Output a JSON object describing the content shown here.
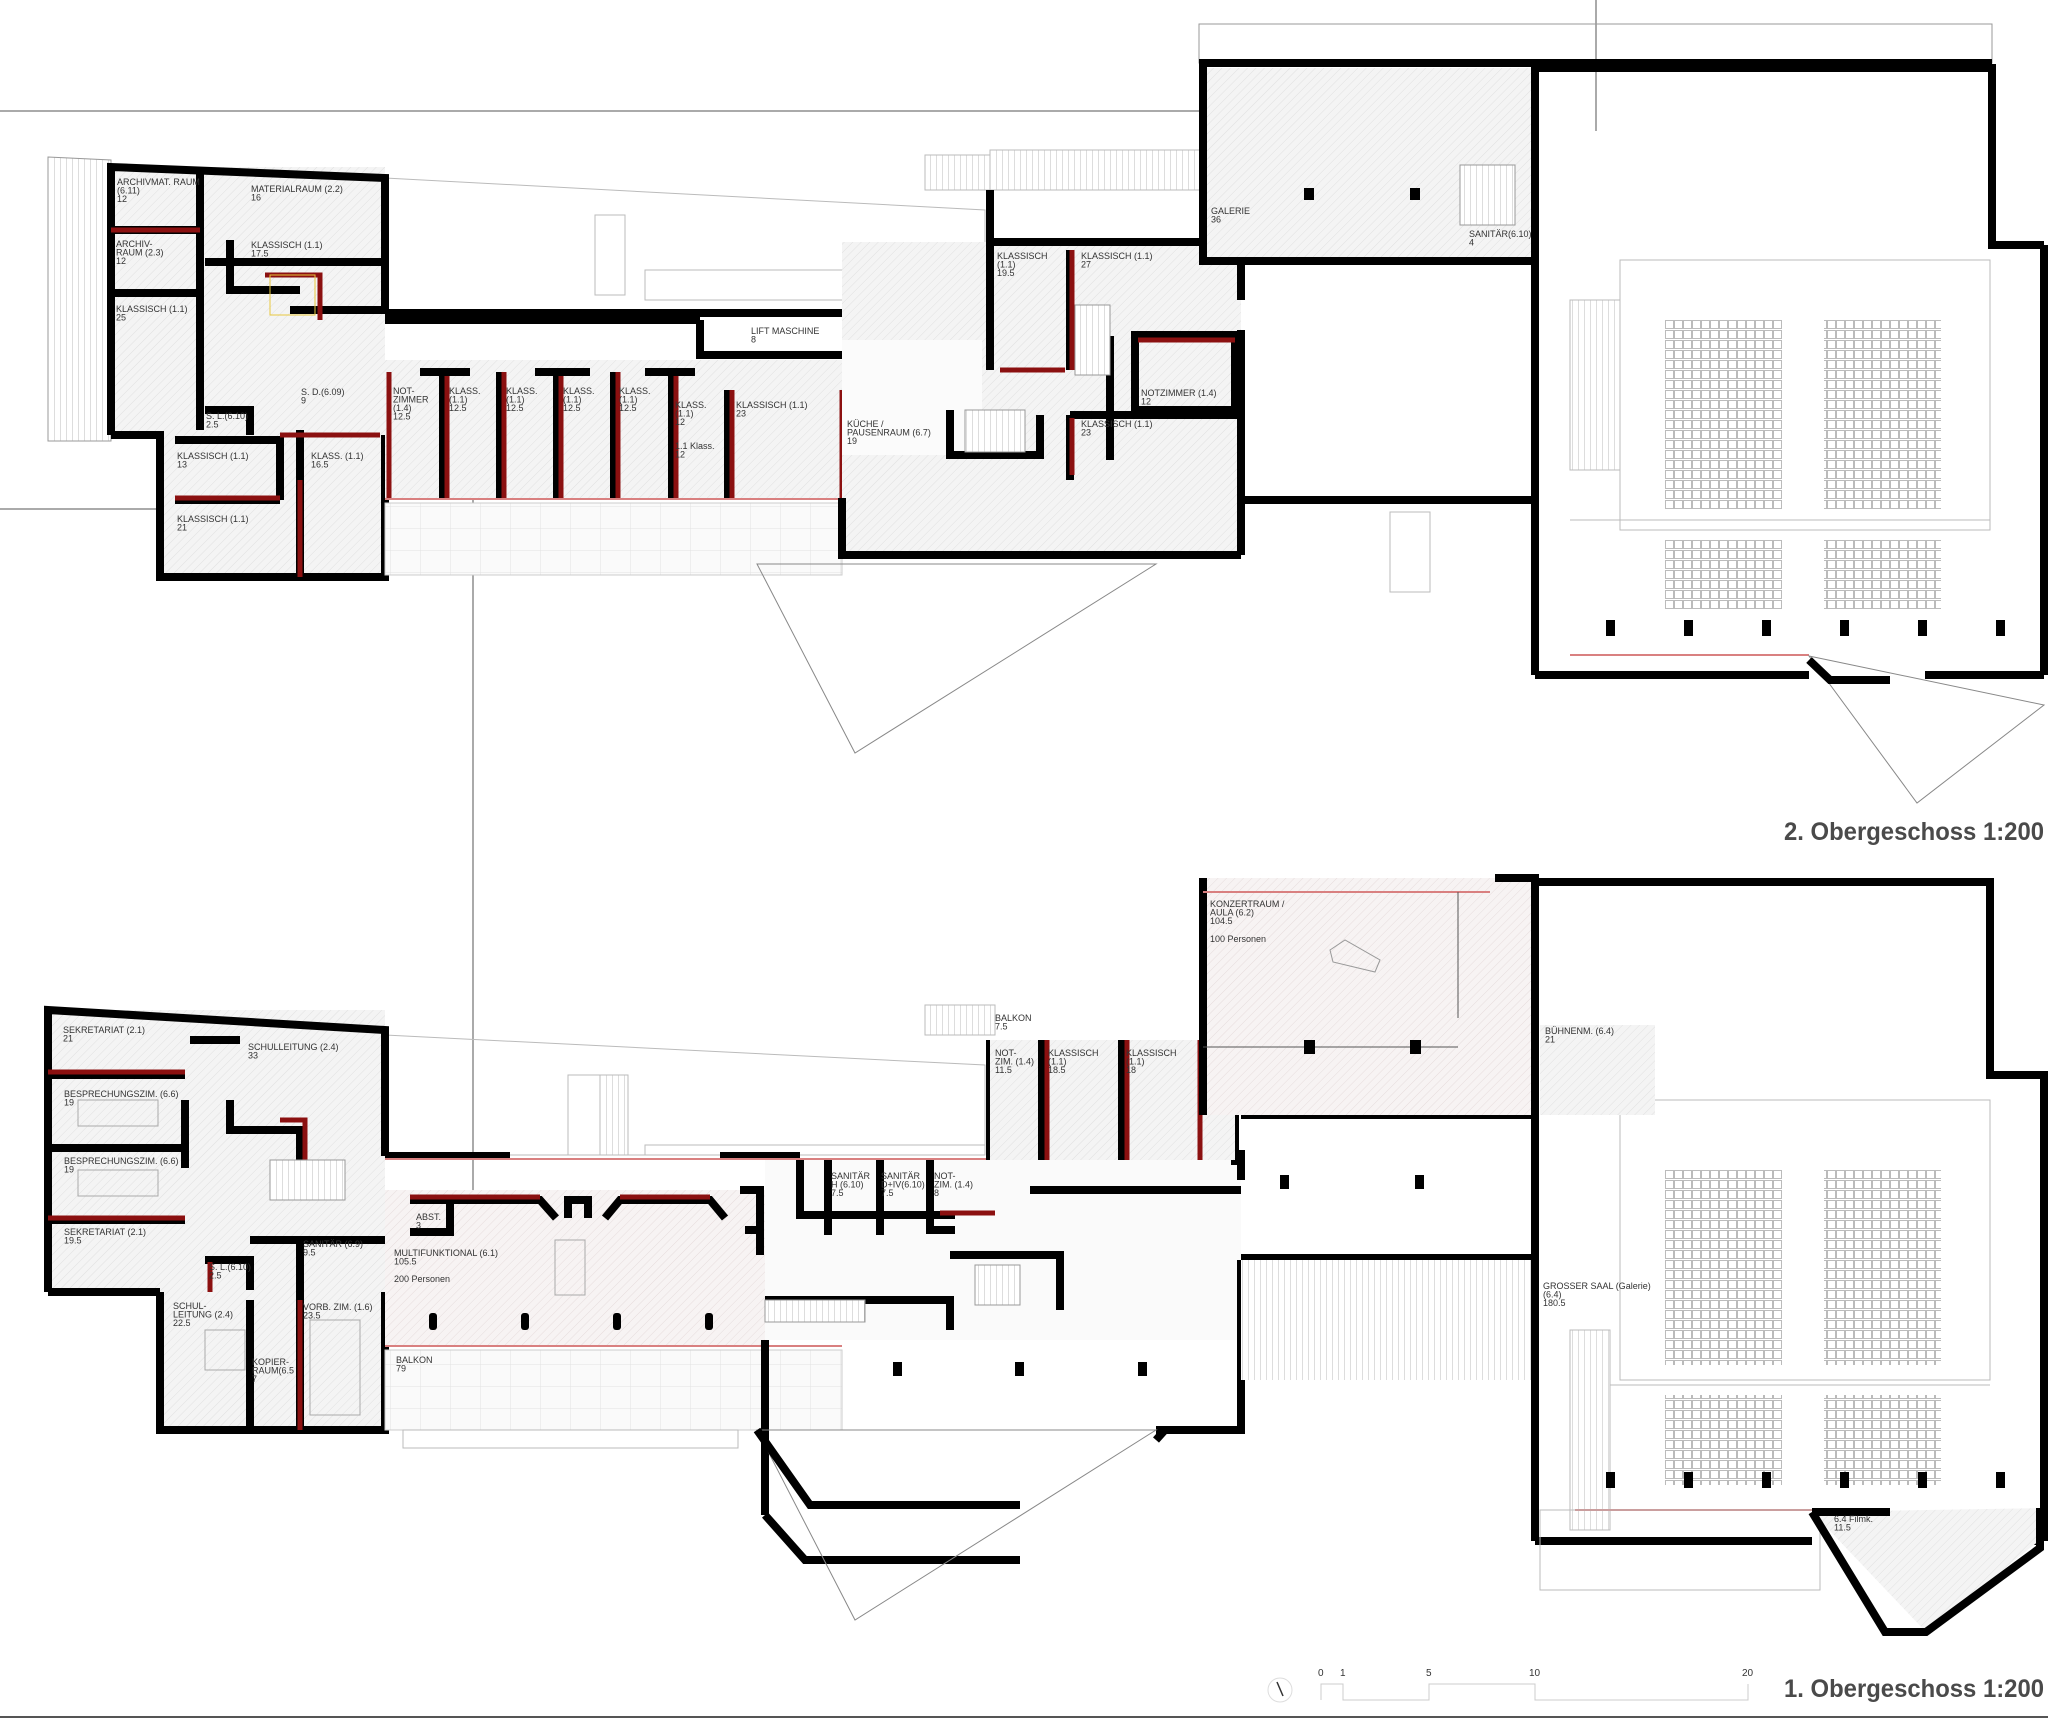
{
  "upper_floor": {
    "title": "2. Obergeschoss 1:200",
    "rooms": [
      [
        "ARCHIVMAT. RAUM",
        "(6.11)",
        "12"
      ],
      [
        "MATERIALRAUM (2.2)",
        "16"
      ],
      [
        "ARCHIV-",
        "RAUM (2.3)",
        "12"
      ],
      [
        "KLASSISCH (1.1)",
        "17.5"
      ],
      [
        "KLASSISCH (1.1)",
        "25"
      ],
      [
        "S. L.(6.10)",
        "2.5"
      ],
      [
        "S. D.(6.09)",
        "9"
      ],
      [
        "KLASSISCH (1.1)",
        "13"
      ],
      [
        "KLASS. (1.1)",
        "16.5"
      ],
      [
        "KLASSISCH (1.1)",
        "21"
      ],
      [
        "NOT-",
        "ZIMMER",
        "(1.4)",
        "12.5"
      ],
      [
        "KLASS.",
        "(1.1)",
        "12.5"
      ],
      [
        "KLASS.",
        "(1.1)",
        "12.5"
      ],
      [
        "KLASS.",
        "(1.1)",
        "12.5"
      ],
      [
        "KLASS.",
        "(1.1)",
        "12.5"
      ],
      [
        "KLASS.",
        "(1.1)",
        "12"
      ],
      [
        "1.1 Klass.",
        "12"
      ],
      [
        "KLASSISCH (1.1)",
        "23"
      ],
      [
        "LIFT MASCHINE",
        "8"
      ],
      [
        "KÜCHE /",
        "PAUSENRAUM (6.7)",
        "19"
      ],
      [
        "GALERIE",
        "36"
      ],
      [
        "SANITÄR(6.10)",
        "4"
      ],
      [
        "KLASSISCH",
        "(1.1)",
        "19.5"
      ],
      [
        "KLASSISCH (1.1)",
        "27"
      ],
      [
        "NOTZIMMER (1.4)",
        "12"
      ],
      [
        "KLASSISCH (1.1)",
        "23"
      ]
    ]
  },
  "lower_floor": {
    "title": "1. Obergeschoss 1:200",
    "rooms": [
      [
        "SEKRETARIAT (2.1)",
        "21"
      ],
      [
        "SCHULLEITUNG (2.4)",
        "33"
      ],
      [
        "BESPRECHUNGSZIM. (6.6)",
        "19"
      ],
      [
        "BESPRECHUNGSZIM. (6.6)",
        "19"
      ],
      [
        "SEKRETARIAT (2.1)",
        "19.5"
      ],
      [
        "S. L.(6.10)",
        "2.5"
      ],
      [
        "SANITÄR (6.9)",
        "9.5"
      ],
      [
        "SCHUL-",
        "LEITUNG (2.4)",
        "22.5"
      ],
      [
        "VORB. ZIM. (1.6)",
        "23.5"
      ],
      [
        "KOPIER-",
        "RAUM(6.5",
        "7"
      ],
      [
        "ABST.",
        "3"
      ],
      [
        "MULTIFUNKTIONAL (6.1)",
        "105.5"
      ],
      [
        "200 Personen"
      ],
      [
        "BALKON",
        "79"
      ],
      [
        "SANITÄR",
        "H (6.10)",
        "7.5"
      ],
      [
        "SANITÄR",
        "D+IV(6.10)",
        "7.5"
      ],
      [
        "NOT-",
        "ZIM. (1.4)",
        "8"
      ],
      [
        "BALKON",
        "7.5"
      ],
      [
        "NOT-",
        "ZIM. (1.4)",
        "11.5"
      ],
      [
        "KLASSISCH",
        "(1.1)",
        "18.5"
      ],
      [
        "KLASSISCH",
        "(1.1)",
        "18"
      ],
      [
        "KONZERTRAUM /",
        "AULA (6.2)",
        "104.5"
      ],
      [
        "100 Personen"
      ],
      [
        "BÜHNENM. (6.4)",
        "21"
      ],
      [
        "GROSSER SAAL (Galerie)",
        "(6.4)",
        "180.5"
      ],
      [
        "6.4 Filmk.",
        "11.5"
      ]
    ]
  },
  "scale_bar": {
    "ticks": [
      "0",
      "1",
      "5",
      "10",
      "20"
    ]
  },
  "colors": {
    "wall": "#000000",
    "partition": "#8b1010",
    "glazing": "#d98080",
    "furniture": "#e8c840"
  }
}
